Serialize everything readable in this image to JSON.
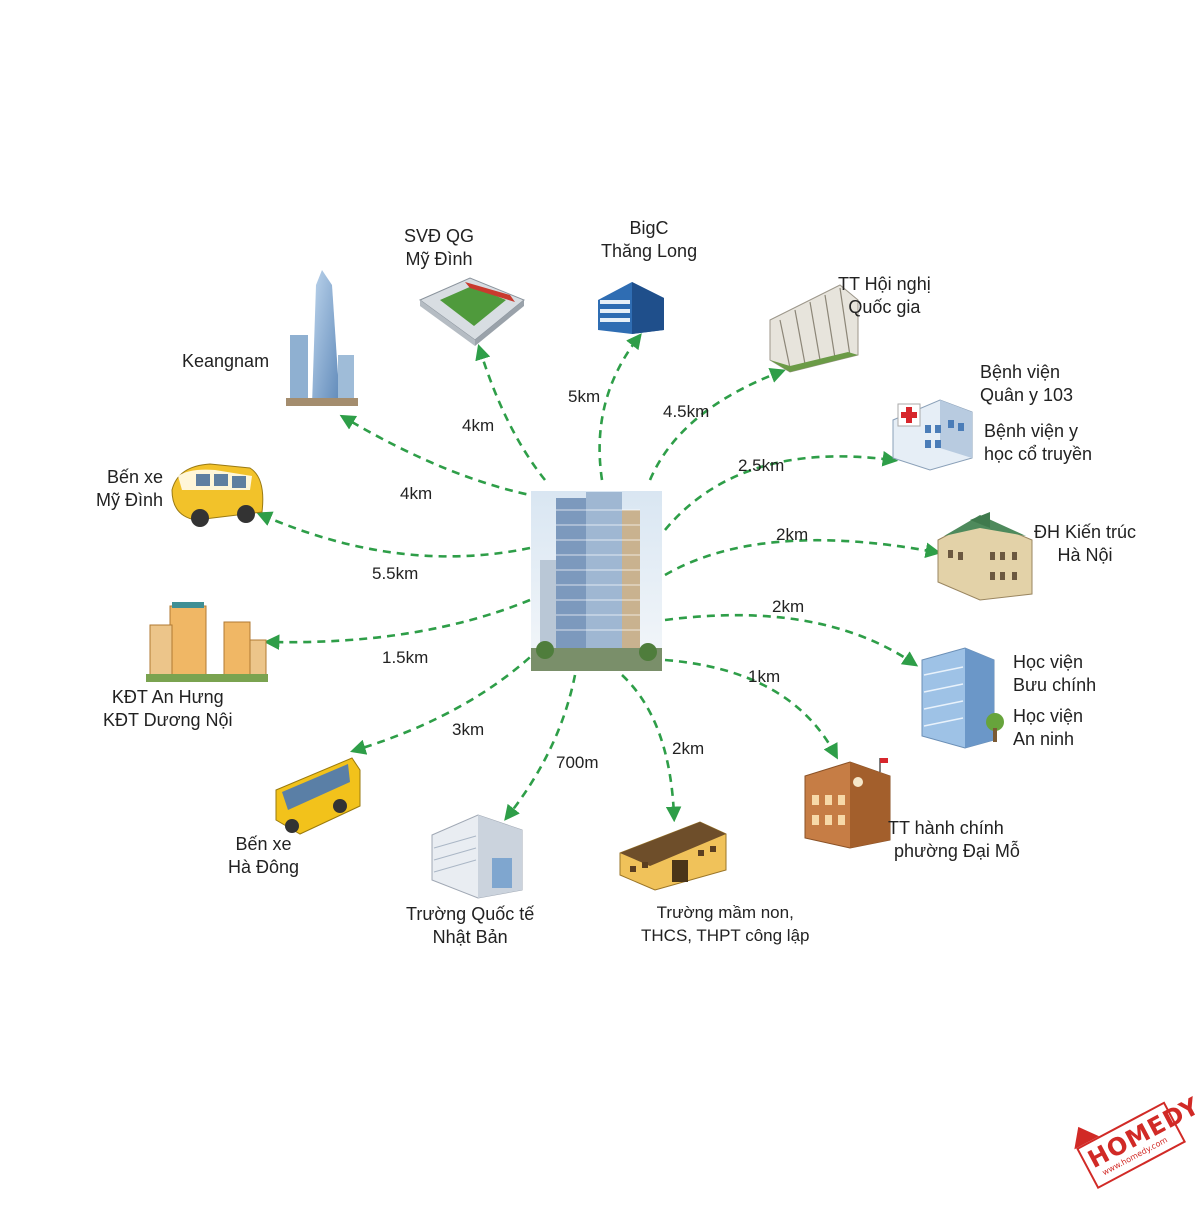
{
  "colors": {
    "arrow": "#2e9e48",
    "tower": "#5b7fa8",
    "text": "#222222",
    "brand": "#d12a26"
  },
  "destinations": [
    {
      "id": "keangnam",
      "lines": [
        "Keangnam"
      ],
      "distance": "4km",
      "icon": "skyscraper-icon"
    },
    {
      "id": "svd",
      "lines": [
        "SVĐ QG",
        "Mỹ Đình"
      ],
      "distance": "4km",
      "icon": "stadium-icon"
    },
    {
      "id": "bigc",
      "lines": [
        "BigC",
        "Thăng Long"
      ],
      "distance": "5km",
      "icon": "office-building-icon"
    },
    {
      "id": "hoinghi",
      "lines": [
        "TT Hội nghị",
        "Quốc gia"
      ],
      "distance": "4.5km",
      "icon": "convention-center-icon"
    },
    {
      "id": "benhvien",
      "lines": [
        "Bệnh viện",
        "Quân y 103",
        "Bệnh viện y",
        "học cổ truyền"
      ],
      "distance": "2.5km",
      "icon": "hospital-icon"
    },
    {
      "id": "kientruc",
      "lines": [
        "ĐH Kiến trúc",
        "Hà Nội"
      ],
      "distance": "2km",
      "icon": "university-icon"
    },
    {
      "id": "hocvien",
      "lines": [
        "Học viện",
        "Bưu chính",
        "Học viện",
        "An ninh"
      ],
      "distance": "2km",
      "icon": "glass-building-icon"
    },
    {
      "id": "hanhchinh",
      "lines": [
        "TT hành chính",
        "phường Đại Mỗ"
      ],
      "distance": "1km",
      "icon": "government-building-icon"
    },
    {
      "id": "mamnon",
      "lines": [
        "Trường mầm non,",
        "THCS, THPT công lập"
      ],
      "distance": "2km",
      "icon": "school-icon"
    },
    {
      "id": "nhatban",
      "lines": [
        "Trường Quốc tế",
        "Nhật Bản"
      ],
      "distance": "700m",
      "icon": "international-school-icon"
    },
    {
      "id": "hadong",
      "lines": [
        "Bến xe",
        "Hà Đông"
      ],
      "distance": "3km",
      "icon": "bus-icon"
    },
    {
      "id": "anhung",
      "lines": [
        "KĐT An Hưng",
        "KĐT Dương Nội"
      ],
      "distance": "1.5km",
      "icon": "apartment-complex-icon"
    },
    {
      "id": "mydinh",
      "lines": [
        "Bến xe",
        "Mỹ Đình"
      ],
      "distance": "5.5km",
      "icon": "van-icon"
    }
  ],
  "logo": {
    "word": "HOMEDY",
    "url": "www.homedy.com"
  }
}
